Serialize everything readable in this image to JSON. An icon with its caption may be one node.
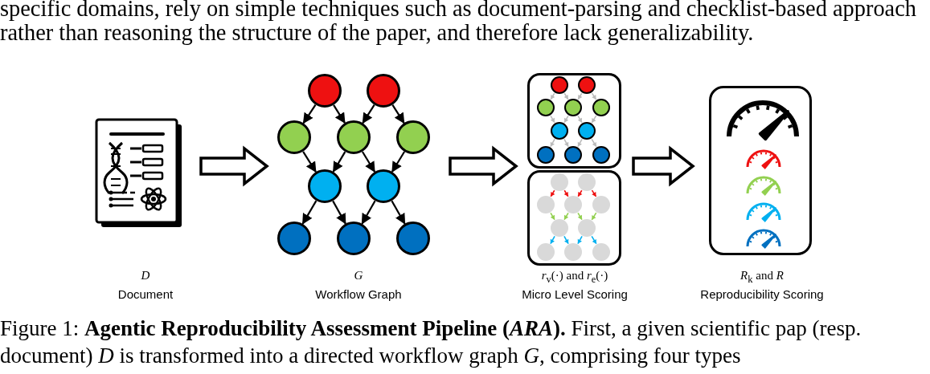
{
  "diagram": {
    "caption": "Figure 1: **Agentic Reproducibility Assessment Pipeline (*ARA*).** First, a given scientific pap (resp. document) *D* is transformed into a directed workflow graph *G*, comprising four types",
    "nodes": [
      {
        "text": [],
        "shape": "document",
        "beside": [
          "D",
          "Document"
        ]
      },
      {
        "text": [
          "G",
          "Workflow Graph"
        ]
      },
      {
        "text": [],
        "shape": "circle",
        "in": 1
      },
      {
        "text": [],
        "shape": "circle",
        "in": 1
      },
      {
        "text": [],
        "shape": "circle",
        "in": 1
      },
      {
        "text": [],
        "shape": "circle",
        "in": 1
      },
      {
        "text": [],
        "shape": "circle",
        "in": 1
      },
      {
        "text": [],
        "shape": "circle",
        "in": 1
      },
      {
        "text": [],
        "shape": "circle",
        "in": 1
      },
      {
        "text": [],
        "shape": "circle",
        "in": 1
      },
      {
        "text": [],
        "shape": "circle",
        "in": 1
      },
      {
        "text": [],
        "shape": "circle",
        "in": 1
      },
      {
        "text": [
          "*r*$_{v}$(·) and *r*$_{e}$(·)",
          "Micro Level Scoring"
        ]
      },
      {
        "text": [
          "*R*$_{k}$ and *R*",
          "Reproducibility Scoring"
        ]
      }
    ],
    "edges": [
      {
        "from": 0,
        "to": 1,
        "arrow": "to",
        "style": "thick"
      },
      {
        "from": 1,
        "to": 12,
        "arrow": "to",
        "style": "thick"
      },
      {
        "from": 12,
        "to": 13,
        "arrow": "to",
        "style": "thick"
      },
      {
        "from": 2,
        "to": 4,
        "arrow": "to"
      },
      {
        "from": 2,
        "to": 5,
        "arrow": "to"
      },
      {
        "from": 3,
        "to": 5,
        "arrow": "to"
      },
      {
        "from": 3,
        "to": 6,
        "arrow": "to"
      },
      {
        "from": 4,
        "to": 7,
        "arrow": "to"
      },
      {
        "from": 5,
        "to": 7,
        "arrow": "to"
      },
      {
        "from": 5,
        "to": 8,
        "arrow": "to"
      },
      {
        "from": 6,
        "to": 8,
        "arrow": "to"
      },
      {
        "from": 7,
        "to": 9,
        "arrow": "to"
      },
      {
        "from": 7,
        "to": 10,
        "arrow": "to"
      },
      {
        "from": 8,
        "to": 10,
        "arrow": "to"
      },
      {
        "from": 8,
        "to": 11,
        "arrow": "to"
      }
    ],
    "labels": [
      "specific domains, rely on simple techniques such as document-parsing and checklist-based approach",
      "rather than reasoning the structure of the paper, and therefore lack generalizability."
    ]
  }
}
